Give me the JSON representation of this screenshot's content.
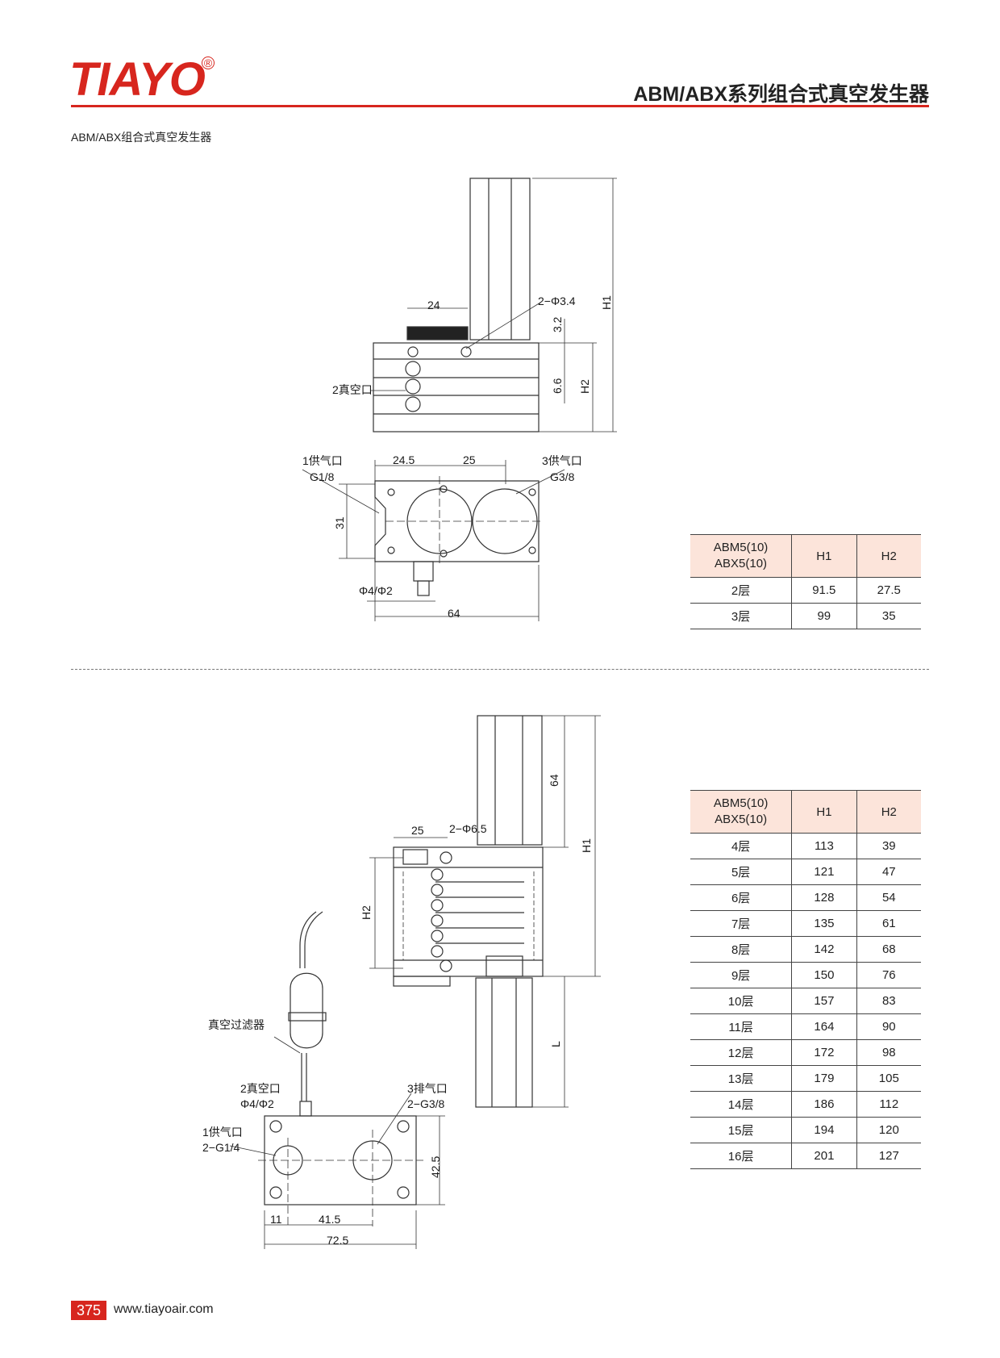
{
  "header": {
    "logo": "TIAYO",
    "logo_mark": "®",
    "title": "ABM/ABX系列组合式真空发生器"
  },
  "subtitle": "ABM/ABX组合式真空发生器",
  "drawing1": {
    "dim_24": "24",
    "hole": "2−Φ3.4",
    "dim_3_2": "3.2",
    "dim_6_6": "6.6",
    "h1": "H1",
    "h2": "H2",
    "vacuum_port": "2真空口",
    "supply_port": "1供气口",
    "supply_thread": "G1/8",
    "dim_24_5": "24.5",
    "dim_25": "25",
    "supply3_port": "3供气口",
    "supply3_thread": "G3/8",
    "dim_31": "31",
    "tube": "Φ4/Φ2",
    "dim_64": "64"
  },
  "table1": {
    "model_line1": "ABM5(10)",
    "model_line2": "ABX5(10)",
    "col_h1": "H1",
    "col_h2": "H2",
    "rows": [
      {
        "layer": "2层",
        "h1": "91.5",
        "h2": "27.5"
      },
      {
        "layer": "3层",
        "h1": "99",
        "h2": "35"
      }
    ]
  },
  "drawing2": {
    "dim_64": "64",
    "dim_25": "25",
    "hole": "2−Φ6.5",
    "h1": "H1",
    "h2": "H2",
    "l": "L",
    "filter": "真空过滤器",
    "vacuum_port": "2真空口",
    "vacuum_tube": "Φ4/Φ2",
    "exhaust_port": "3排气口",
    "exhaust_thread": "2−G3/8",
    "supply_port": "1供气口",
    "supply_thread": "2−G1/4",
    "dim_42_5": "42.5",
    "dim_11": "11",
    "dim_41_5": "41.5",
    "dim_72_5": "72.5"
  },
  "table2": {
    "model_line1": "ABM5(10)",
    "model_line2": "ABX5(10)",
    "col_h1": "H1",
    "col_h2": "H2",
    "rows": [
      {
        "layer": "4层",
        "h1": "113",
        "h2": "39"
      },
      {
        "layer": "5层",
        "h1": "121",
        "h2": "47"
      },
      {
        "layer": "6层",
        "h1": "128",
        "h2": "54"
      },
      {
        "layer": "7层",
        "h1": "135",
        "h2": "61"
      },
      {
        "layer": "8层",
        "h1": "142",
        "h2": "68"
      },
      {
        "layer": "9层",
        "h1": "150",
        "h2": "76"
      },
      {
        "layer": "10层",
        "h1": "157",
        "h2": "83"
      },
      {
        "layer": "11层",
        "h1": "164",
        "h2": "90"
      },
      {
        "layer": "12层",
        "h1": "172",
        "h2": "98"
      },
      {
        "layer": "13层",
        "h1": "179",
        "h2": "105"
      },
      {
        "layer": "14层",
        "h1": "186",
        "h2": "112"
      },
      {
        "layer": "15层",
        "h1": "194",
        "h2": "120"
      },
      {
        "layer": "16层",
        "h1": "201",
        "h2": "127"
      }
    ]
  },
  "footer": {
    "page_number": "375",
    "url": "www.tiayoair.com"
  }
}
